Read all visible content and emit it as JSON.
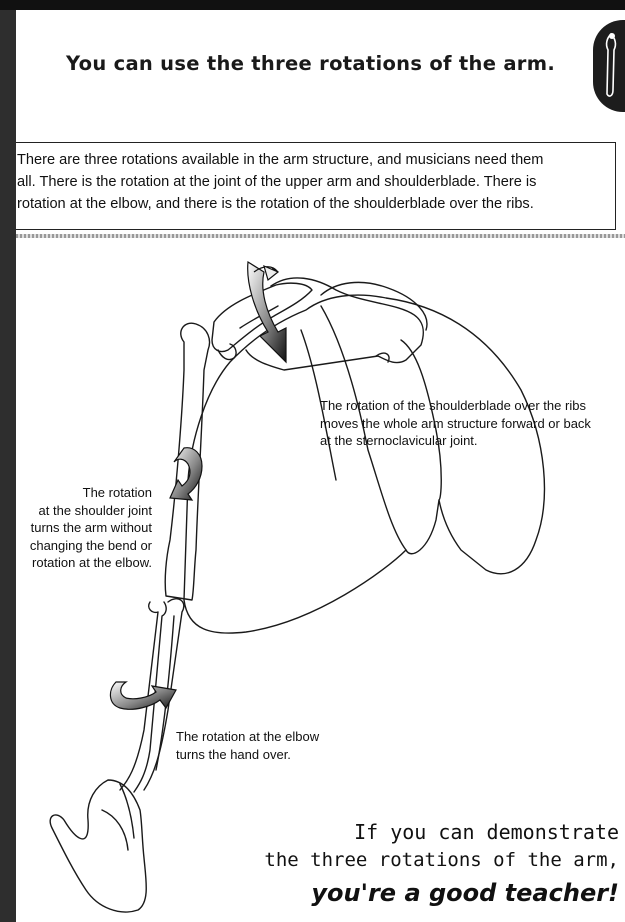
{
  "heading": "You can use the three rotations of the arm.",
  "intro": {
    "lines": [
      "There are three rotations available in the arm structure, and musicians need them",
      "all. There is the rotation at the joint of the upper arm and shoulderblade. There is",
      "rotation at the elbow, and there is the rotation of the shoulderblade over the ribs."
    ]
  },
  "labels": {
    "shoulder": [
      "The rotation",
      "at the shoulder joint",
      "turns the arm without",
      "changing the bend or",
      "rotation at the elbow."
    ],
    "shoulderblade": [
      "The rotation of the shoulderblade over the ribs",
      "moves the whole arm structure forward or back",
      "at the sternoclavicular joint."
    ],
    "elbow": [
      "The rotation at the elbow",
      "turns the hand over."
    ]
  },
  "closing": {
    "line1": "If you can demonstrate",
    "line2": "the three rotations of the arm,",
    "line3": "you're a good teacher!"
  },
  "colors": {
    "background": "#2e2e2e",
    "page": "#ffffff",
    "ink": "#111111",
    "badge": "#1d1d1d"
  },
  "icons": [
    "rotation-arrow-icon",
    "figure-badge-icon"
  ]
}
